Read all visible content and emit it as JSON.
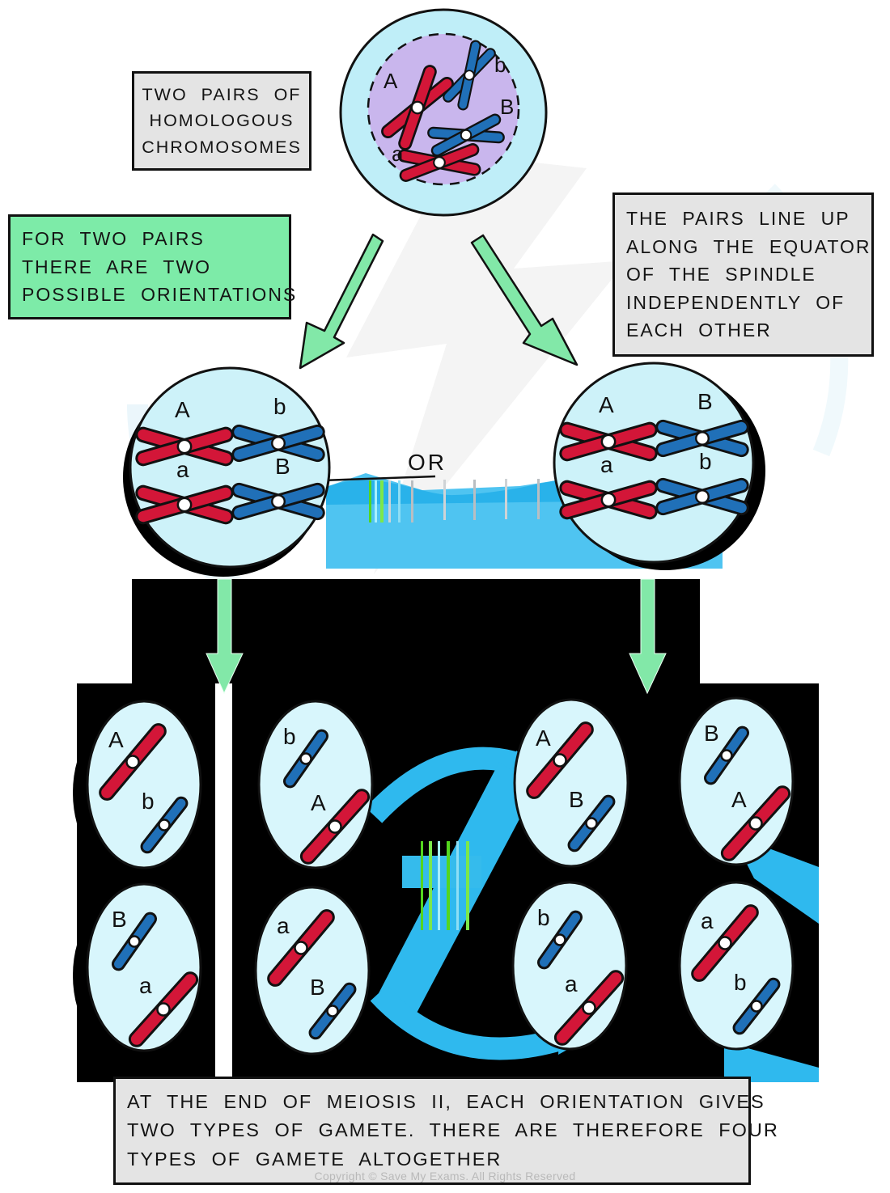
{
  "boxes": {
    "pairs_box": {
      "lines": [
        "TWO PAIRS OF",
        "HOMOLOGOUS",
        "CHROMOSOMES"
      ]
    },
    "orientations_box": {
      "lines": [
        "FOR TWO PAIRS",
        "THERE ARE TWO",
        "POSSIBLE ORIENTATIONS"
      ]
    },
    "equator_box": {
      "lines": [
        "THE PAIRS LINE UP",
        "ALONG THE EQUATOR",
        "OF THE SPINDLE",
        "INDEPENDENTLY OF",
        "EACH OTHER"
      ]
    },
    "meiosis_box": {
      "lines": [
        "AT THE END OF MEIOSIS II, EACH ORIENTATION GIVES",
        "TWO TYPES OF GAMETE. THERE ARE THEREFORE FOUR",
        "TYPES OF GAMETE ALTOGETHER"
      ]
    }
  },
  "or_label": "OR",
  "copyright": "Copyright © Save My Exams. All Rights Reserved",
  "diagram": {
    "parent_cell": {
      "chromosomes": [
        {
          "label": "A",
          "color": "red"
        },
        {
          "label": "b",
          "color": "blue"
        },
        {
          "label": "B",
          "color": "blue"
        },
        {
          "label": "a",
          "color": "red"
        }
      ]
    },
    "orientation_left": {
      "chromosomes": [
        {
          "label": "A",
          "color": "red"
        },
        {
          "label": "b",
          "color": "blue"
        },
        {
          "label": "a",
          "color": "red"
        },
        {
          "label": "B",
          "color": "blue"
        }
      ]
    },
    "orientation_right": {
      "chromosomes": [
        {
          "label": "A",
          "color": "red"
        },
        {
          "label": "B",
          "color": "blue"
        },
        {
          "label": "a",
          "color": "red"
        },
        {
          "label": "b",
          "color": "blue"
        }
      ]
    },
    "gametes": [
      {
        "chromatids": [
          {
            "label": "A",
            "color": "red"
          },
          {
            "label": "b",
            "color": "blue"
          }
        ]
      },
      {
        "chromatids": [
          {
            "label": "b",
            "color": "blue"
          },
          {
            "label": "A",
            "color": "red"
          }
        ]
      },
      {
        "chromatids": [
          {
            "label": "A",
            "color": "red"
          },
          {
            "label": "B",
            "color": "blue"
          }
        ]
      },
      {
        "chromatids": [
          {
            "label": "B",
            "color": "blue"
          },
          {
            "label": "A",
            "color": "red"
          }
        ]
      },
      {
        "chromatids": [
          {
            "label": "B",
            "color": "blue"
          },
          {
            "label": "a",
            "color": "red"
          }
        ]
      },
      {
        "chromatids": [
          {
            "label": "a",
            "color": "red"
          },
          {
            "label": "B",
            "color": "blue"
          }
        ]
      },
      {
        "chromatids": [
          {
            "label": "b",
            "color": "blue"
          },
          {
            "label": "a",
            "color": "red"
          }
        ]
      },
      {
        "chromatids": [
          {
            "label": "a",
            "color": "red"
          },
          {
            "label": "b",
            "color": "blue"
          }
        ]
      }
    ]
  },
  "colors": {
    "chromosome_red": "#d31638",
    "chromosome_blue": "#2070b8",
    "cell_fill": "#cdf2f9",
    "gamete_fill": "#d8f6fc",
    "parent_fill": "#bfeef8",
    "nucleus_fill": "#c9b6ed",
    "arrow_green": "#82e8a8",
    "box_green": "#7deba8",
    "box_gray": "#e4e4e4",
    "swoosh_blue": "#2fb9ee",
    "glitch_blue": "#4fc4f1",
    "background_black": "#000000"
  }
}
